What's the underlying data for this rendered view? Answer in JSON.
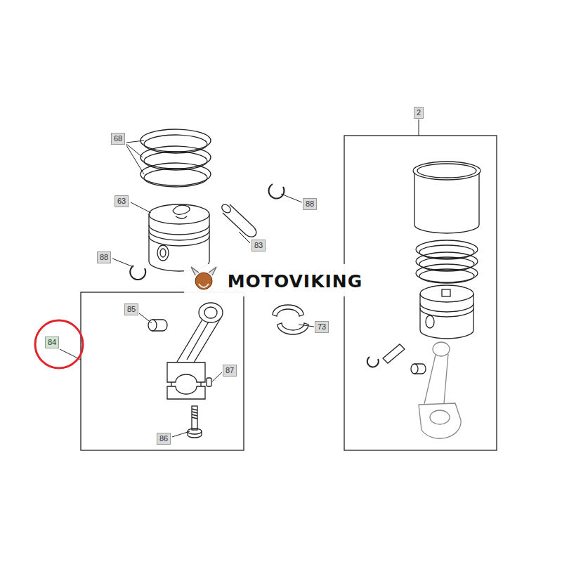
{
  "diagram": {
    "nodes": [
      {
        "text": [
          "2"
        ]
      },
      {
        "text": [
          "68"
        ]
      },
      {
        "text": [
          "88"
        ]
      },
      {
        "text": [
          "63"
        ]
      },
      {
        "text": [
          "83"
        ]
      },
      {
        "text": [
          "88"
        ]
      },
      {
        "text": [
          "85"
        ]
      },
      {
        "text": [
          "73"
        ]
      },
      {
        "text": [
          "84"
        ]
      },
      {
        "text": [
          "87"
        ]
      },
      {
        "text": [
          "86"
        ]
      }
    ],
    "labels": [
      "MOTOVIKING"
    ]
  }
}
